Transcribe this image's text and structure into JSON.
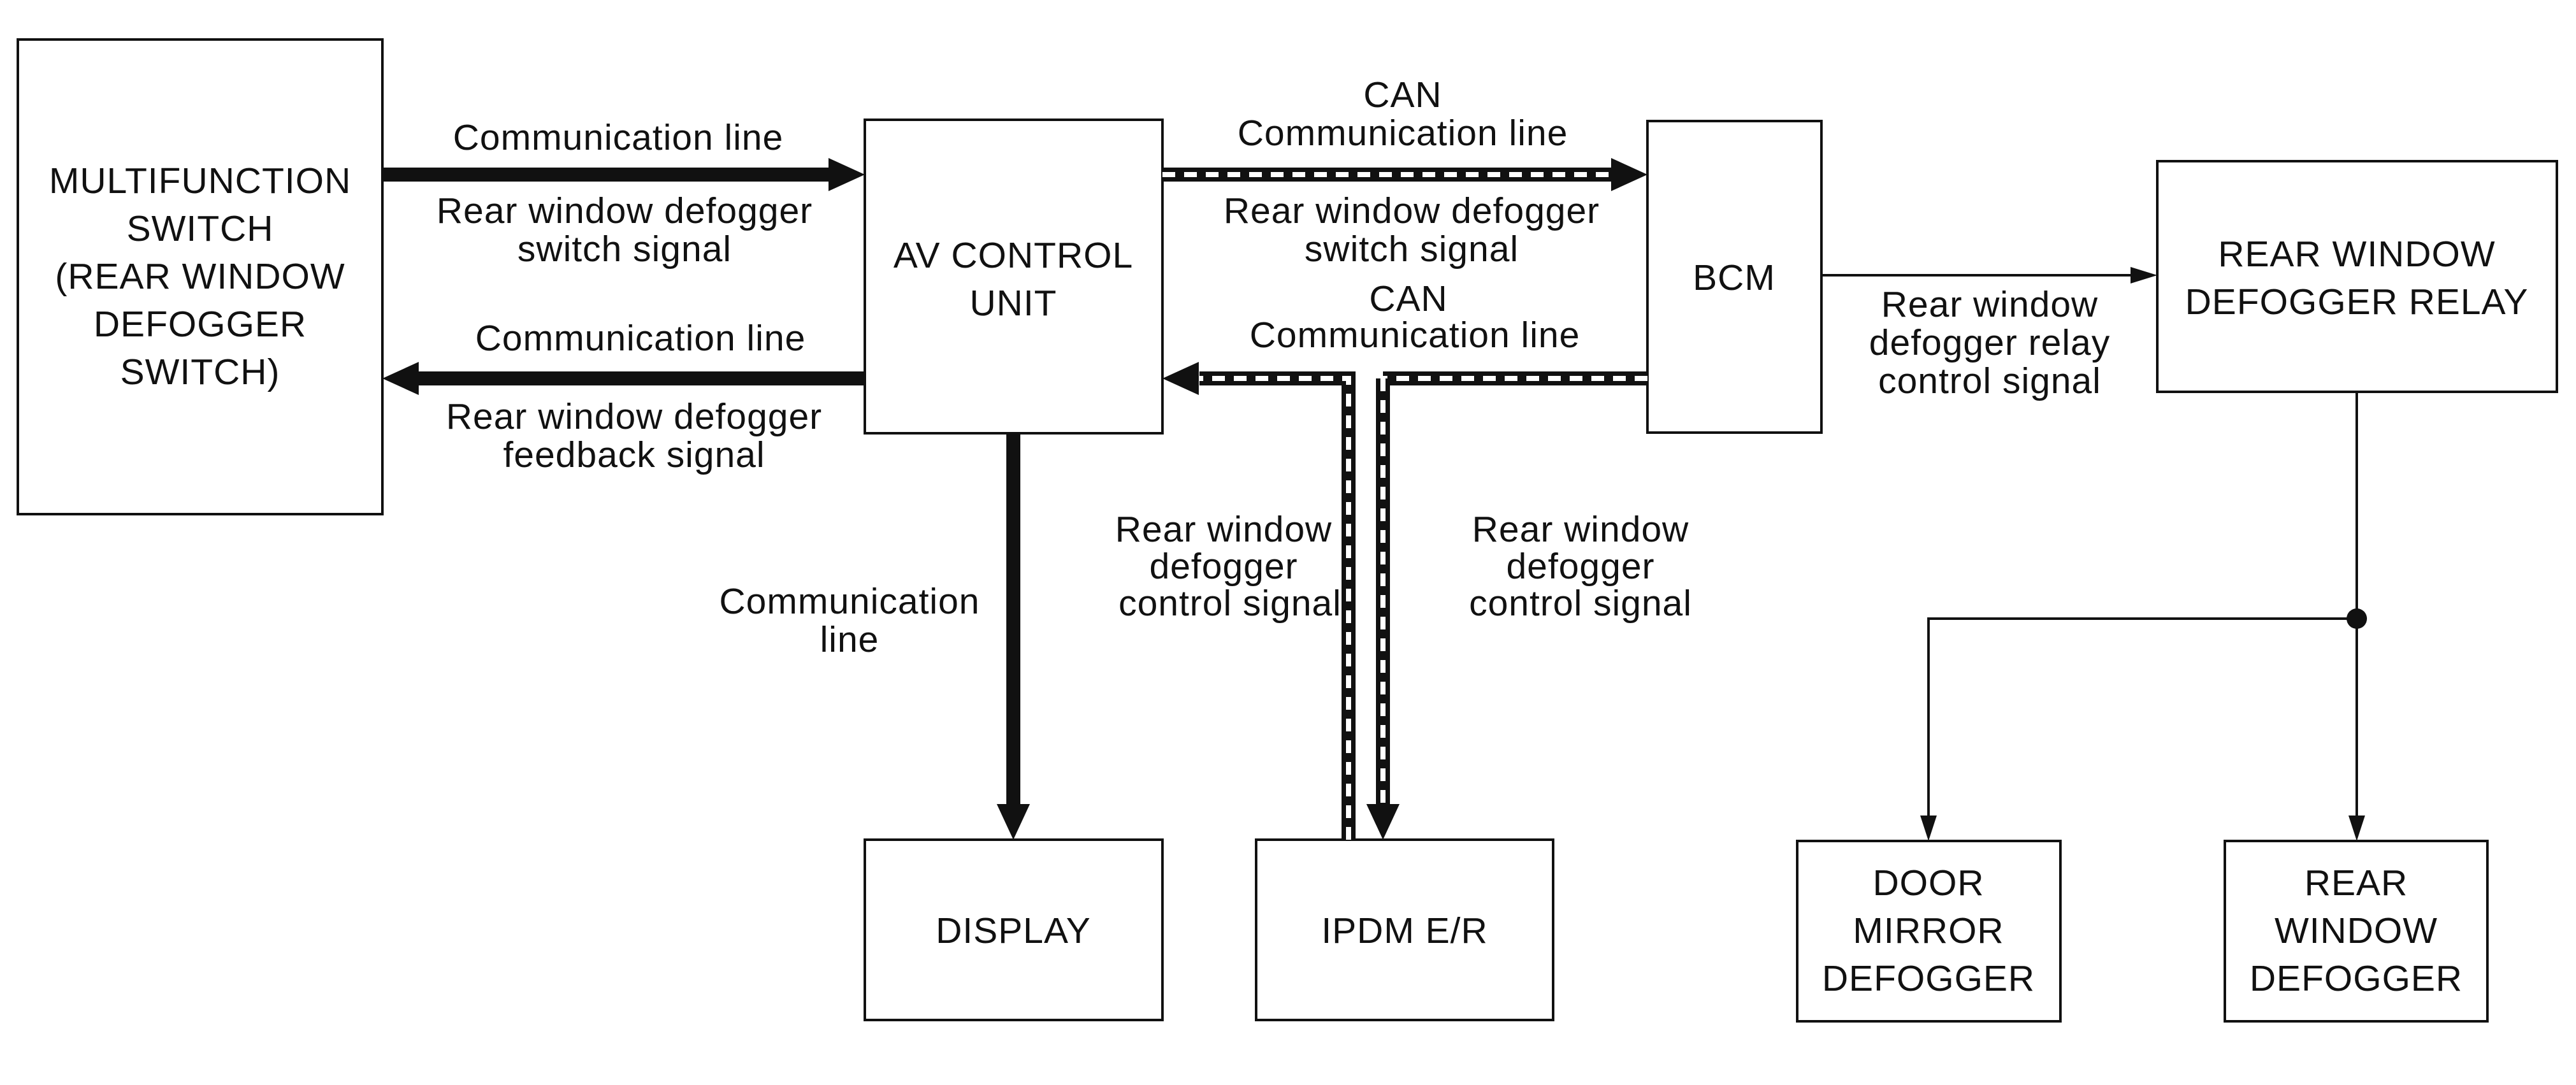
{
  "blocks": {
    "multifunction_switch": [
      "MULTIFUNCTION",
      "SWITCH",
      "(REAR WINDOW",
      "DEFOGGER",
      "SWITCH)"
    ],
    "av_control_unit": [
      "AV CONTROL",
      "UNIT"
    ],
    "bcm": [
      "BCM"
    ],
    "rear_window_defogger_relay": [
      "REAR WINDOW",
      "DEFOGGER RELAY"
    ],
    "display": [
      "DISPLAY"
    ],
    "ipdm_er": [
      "IPDM E/R"
    ],
    "door_mirror_defogger": [
      "DOOR",
      "MIRROR",
      "DEFOGGER"
    ],
    "rear_window_defogger": [
      "REAR",
      "WINDOW",
      "DEFOGGER"
    ]
  },
  "connections": {
    "switch_to_av_line": [
      "Communication line"
    ],
    "switch_to_av_signal": [
      "Rear window defogger",
      "switch signal"
    ],
    "av_to_switch_line": [
      "Communication line"
    ],
    "av_to_switch_signal": [
      "Rear window defogger",
      "feedback signal"
    ],
    "av_to_bcm_line": [
      "CAN",
      "Communication line"
    ],
    "av_to_bcm_signal": [
      "Rear window defogger",
      "switch signal"
    ],
    "bcm_to_av_line": [
      "CAN",
      "Communication line"
    ],
    "av_to_display_line": [
      "Communication",
      "line"
    ],
    "ipdm_to_av_signal": [
      "Rear window",
      "defogger",
      "control signal"
    ],
    "bcm_to_ipdm_signal": [
      "Rear window",
      "defogger",
      "control signal"
    ],
    "bcm_to_relay_signal": [
      "Rear window",
      "defogger relay",
      "control signal"
    ]
  }
}
